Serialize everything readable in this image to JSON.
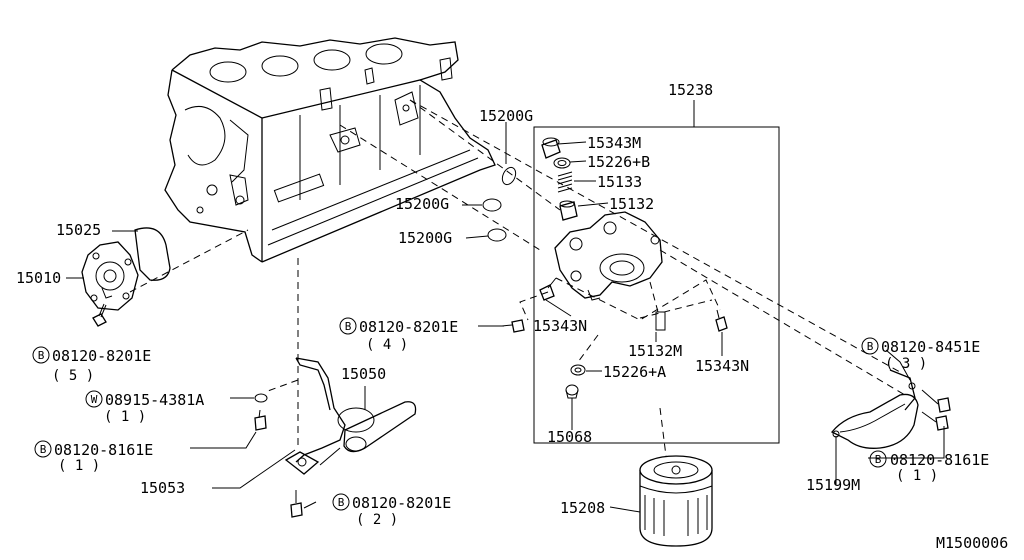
{
  "diagram": {
    "labels": {
      "p15238": "15238",
      "p15200g_a": "15200G",
      "p15200g_b": "15200G",
      "p15200g_c": "15200G",
      "p15343m": "15343M",
      "p15226b": "15226+B",
      "p15133": "15133",
      "p15132": "15132",
      "p15025": "15025",
      "p15010": "15010",
      "p15343n_a": "15343N",
      "p15132m": "15132M",
      "p15343n_b": "15343N",
      "p15226a": "15226+A",
      "p15068": "15068",
      "p15050": "15050",
      "p15053": "15053",
      "p15208": "15208",
      "p15199m": "15199M",
      "bolt_a": "08120-8201E",
      "bolt_a_qty": "( 5 )",
      "bolt_b": "08120-8201E",
      "bolt_b_qty": "( 4 )",
      "washer": "08915-4381A",
      "washer_qty": "( 1 )",
      "bolt_c": "08120-8161E",
      "bolt_c_qty": "( 1 )",
      "bolt_d": "08120-8201E",
      "bolt_d_qty": "( 2 )",
      "bolt_e": "08120-8451E",
      "bolt_e_qty": "( 3 )",
      "bolt_f": "08120-8161E",
      "bolt_f_qty": "( 1 )",
      "ref": "M1500006"
    },
    "symbols": {
      "b": "B",
      "w": "W"
    }
  }
}
